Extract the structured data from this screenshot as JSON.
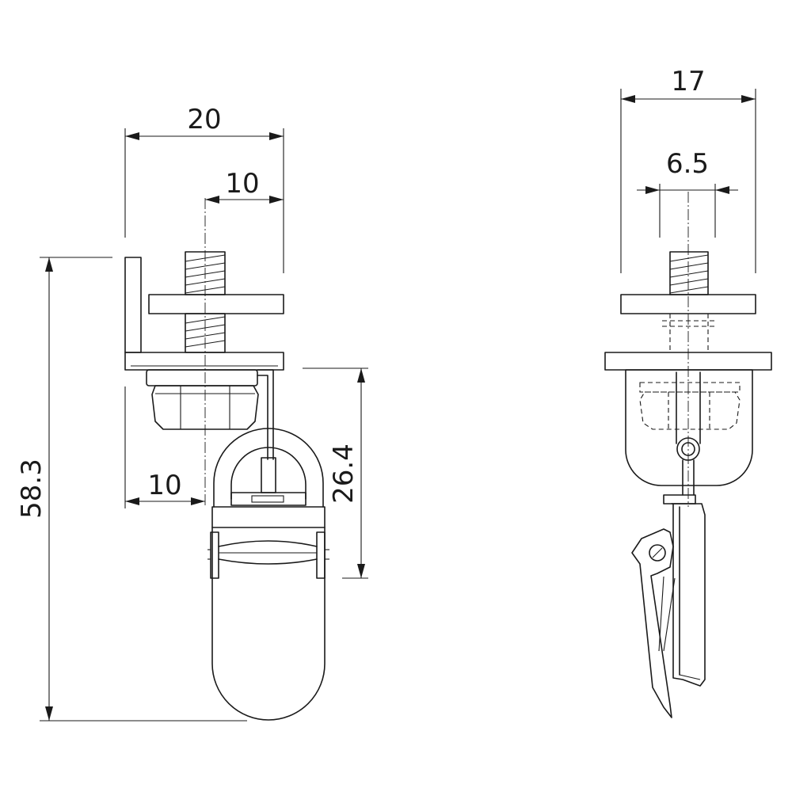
{
  "diagram": {
    "front_view": {
      "dimensions": {
        "overall_width": "20",
        "stud_offset_top": "10",
        "stud_offset_bottom": "10",
        "clip_height": "26.4",
        "overall_height": "58.3"
      }
    },
    "side_view": {
      "dimensions": {
        "overall_depth": "17",
        "stud_diameter": "6.5"
      }
    },
    "colors": {
      "line": "#1a1a1a",
      "background": "#ffffff"
    }
  }
}
